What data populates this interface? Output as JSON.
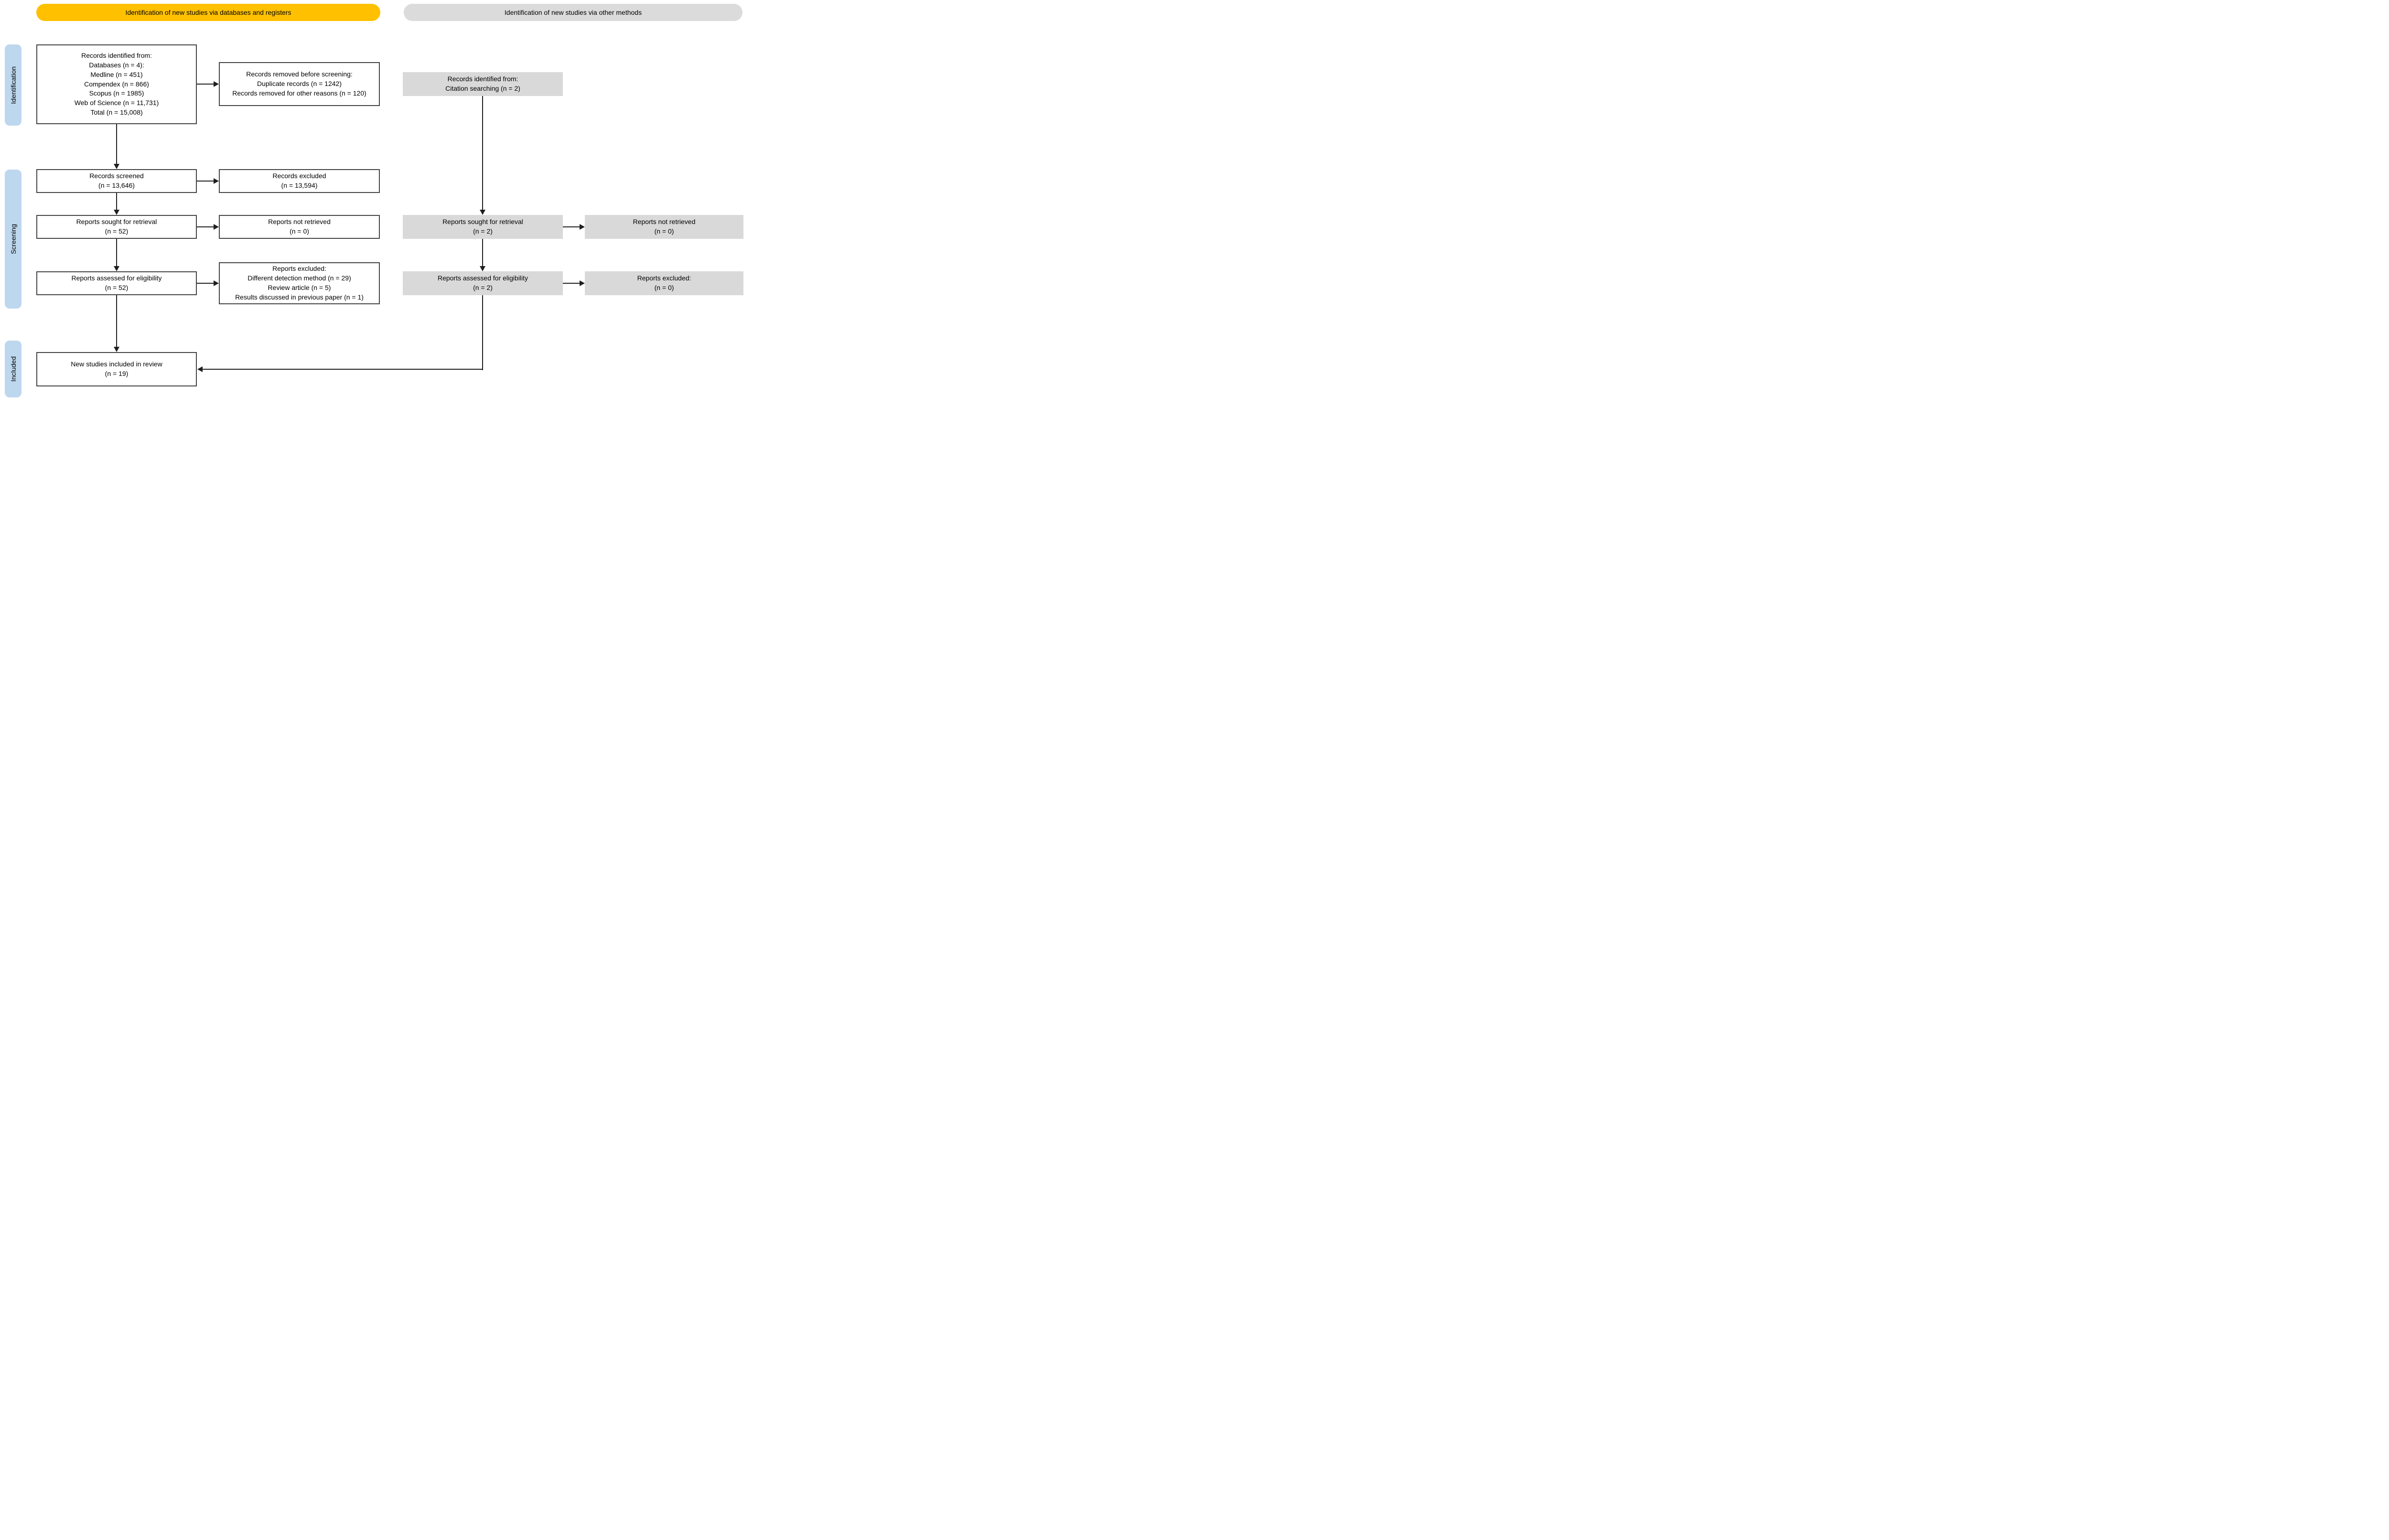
{
  "banners": {
    "databases": "Identification of new studies via databases and registers",
    "other_methods": "Identification of new studies via other methods"
  },
  "stages": {
    "identification": "Identification",
    "screening": "Screening",
    "included": "Included"
  },
  "colors": {
    "banner_yellow": "#FFC000",
    "banner_gray": "#DBDBDB",
    "stage_blue": "#BDD7EE",
    "gray_box_fill": "#D9D9D9",
    "box_border": "#444444",
    "line_black": "#1F1F1F"
  },
  "boxes": {
    "records_identified": {
      "lines": [
        "Records identified from:",
        "Databases (n = 4):",
        "Medline (n = 451)",
        "Compendex (n = 866)",
        "Scopus (n = 1985)",
        "Web of Science (n = 11,731)",
        "Total (n = 15,008)"
      ]
    },
    "records_removed": {
      "lines": [
        "Records removed before screening:",
        "Duplicate records (n = 1242)",
        "Records removed for other reasons (n = 120)"
      ]
    },
    "records_screened": {
      "lines": [
        "Records screened",
        "(n = 13,646)"
      ]
    },
    "records_excluded": {
      "lines": [
        "Records excluded",
        "(n = 13,594)"
      ]
    },
    "reports_sought": {
      "lines": [
        "Reports sought for retrieval",
        "(n = 52)"
      ]
    },
    "reports_not_retrieved": {
      "lines": [
        "Reports not retrieved",
        "(n = 0)"
      ]
    },
    "reports_assessed": {
      "lines": [
        "Reports assessed for eligibility",
        "(n = 52)"
      ]
    },
    "reports_excluded_reasons": {
      "lines": [
        "Reports excluded:",
        "Different detection method (n = 29)",
        "Review article (n = 5)",
        "Results discussed in previous paper (n = 1)"
      ]
    },
    "included_studies": {
      "lines": [
        "New studies included in review",
        "(n = 19)"
      ]
    },
    "citation_identified": {
      "lines": [
        "Records identified from:",
        "Citation searching (n = 2)"
      ]
    },
    "citation_sought": {
      "lines": [
        "Reports sought for retrieval",
        "(n = 2)"
      ]
    },
    "citation_not_retrieved": {
      "lines": [
        "Reports not retrieved",
        "(n = 0)"
      ]
    },
    "citation_assessed": {
      "lines": [
        "Reports assessed for eligibility",
        "(n = 2)"
      ]
    },
    "citation_excluded": {
      "lines": [
        "Reports excluded:",
        "(n = 0)"
      ]
    }
  }
}
